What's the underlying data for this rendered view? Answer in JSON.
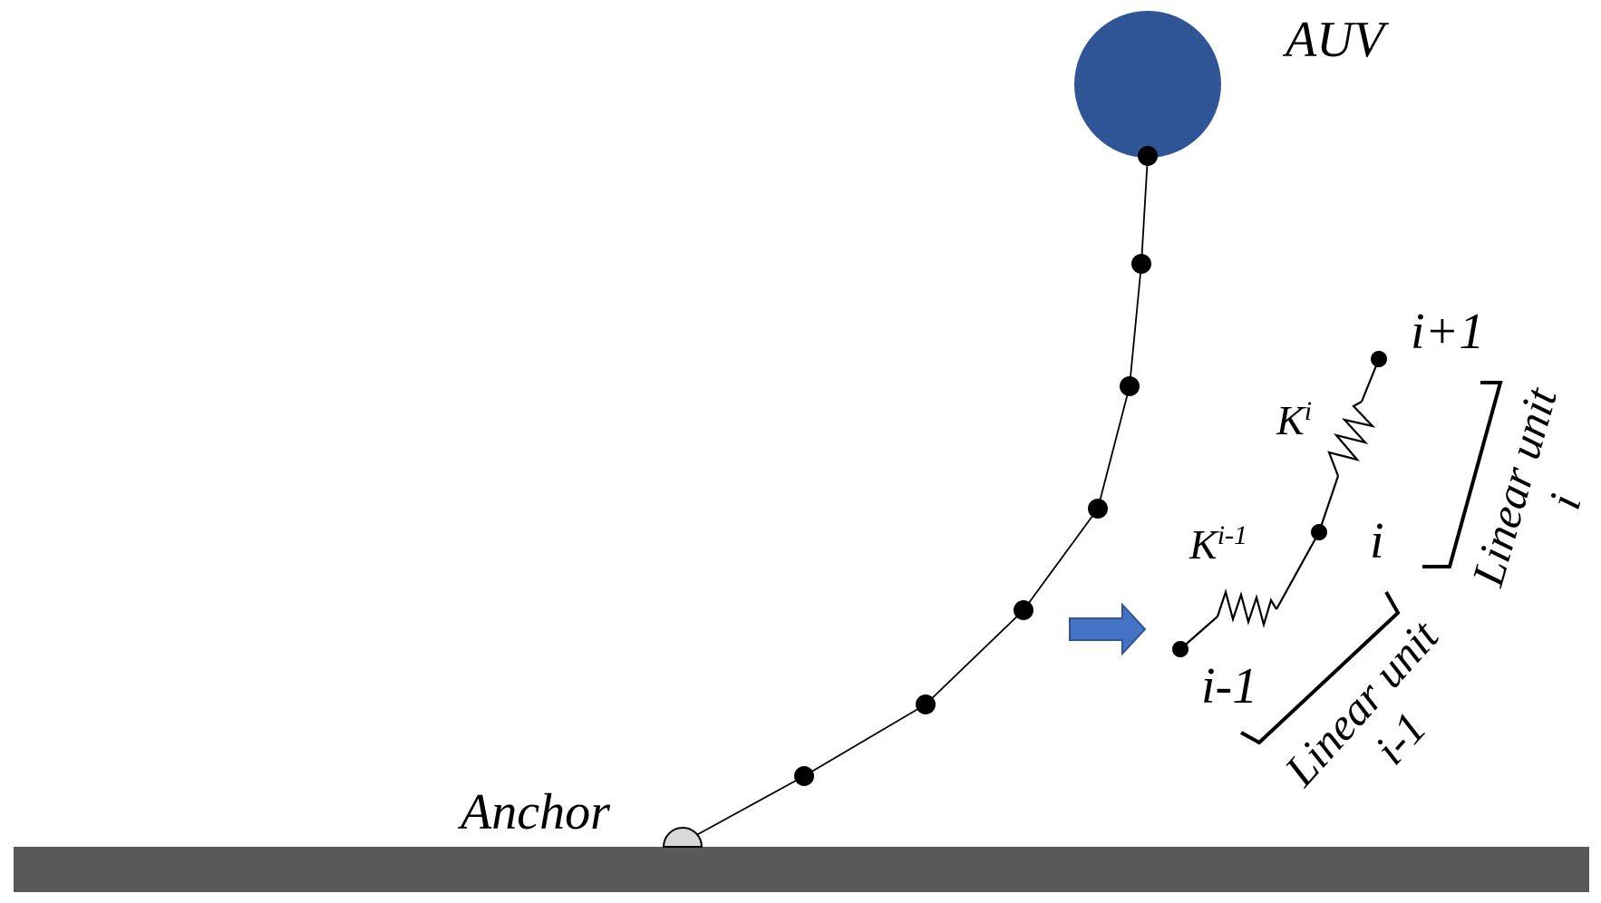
{
  "labels": {
    "auv": "AUV",
    "anchor": "Anchor",
    "node_next": "i+1",
    "node_current": "i",
    "node_prev": "i-1",
    "spring_current_base": "K",
    "spring_current_sup": "i",
    "spring_prev_base": "K",
    "spring_prev_sup": "i-1",
    "unit_current_line1": "Linear unit",
    "unit_current_line2": "i",
    "unit_prev_line1": "Linear unit",
    "unit_prev_line2": "i-1"
  },
  "colors": {
    "auv": "#2f5597",
    "arrow": "#4472c4",
    "seabed": "#595959",
    "anchor": "#d9d9d9",
    "line": "#000000"
  },
  "icons": {
    "arrow": "right-arrow-icon"
  }
}
